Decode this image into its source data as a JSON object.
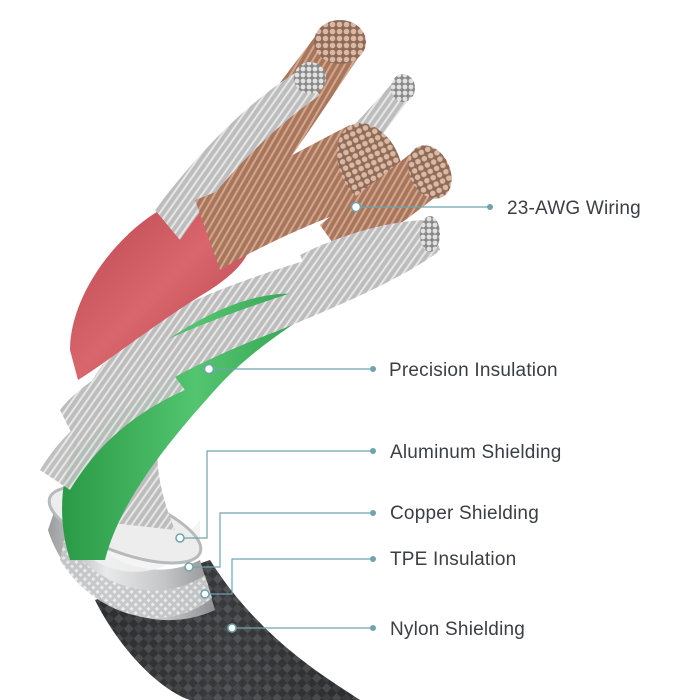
{
  "labels": {
    "wiring": "23-AWG Wiring",
    "precision_insulation": "Precision Insulation",
    "aluminum_shielding": "Aluminum Shielding",
    "copper_shielding": "Copper Shielding",
    "tpe_insulation": "TPE Insulation",
    "nylon_shielding": "Nylon Shielding"
  },
  "colors": {
    "background": "#ffffff",
    "callout_line": "#6fa3ad",
    "label_text": "#3a3f45",
    "red_insulation": "#cf5a62",
    "green_insulation": "#3bb35a",
    "aluminum_strands": "#c9c9c9",
    "copper_strands": "#b9876b",
    "silver_ferrule": "#d8dadb",
    "nylon_braid": "#3a3b3d"
  }
}
